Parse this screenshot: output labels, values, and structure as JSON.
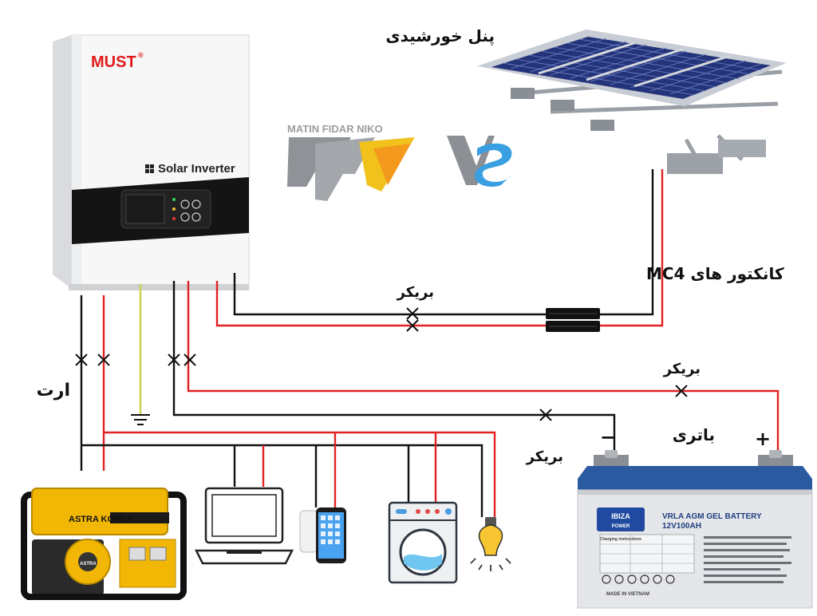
{
  "labels": {
    "solar_panel": "پنل خورشیدی",
    "mc4_connectors": "کانکتور های MC4",
    "breaker": "بریکر",
    "earth": "ارت",
    "battery": "باتری",
    "minus": "−",
    "plus": "+"
  },
  "inverter": {
    "brand": "MUST",
    "brand_mark": "®",
    "model_text": "Solar Inverter"
  },
  "logo": {
    "company": "MATIN FIDAR NIKO",
    "monogram": "MF",
    "vs": "VS"
  },
  "generator": {
    "brand": "ASTRA KOREA",
    "small_text": "ASTRA"
  },
  "battery": {
    "brand": "IBIZA",
    "brand_sub": "POWER",
    "title": "VRLA AGM GEL BATTERY",
    "spec": "12V100AH",
    "made_in": "MADE IN VIETNAM",
    "charging_title": "Charging instructions"
  },
  "colors": {
    "positive_wire": "#e32222",
    "negative_wire": "#111111",
    "earth_wire": "#c9d24a",
    "battery_lid": "#2c5aa0",
    "generator_body": "#f2b705"
  }
}
